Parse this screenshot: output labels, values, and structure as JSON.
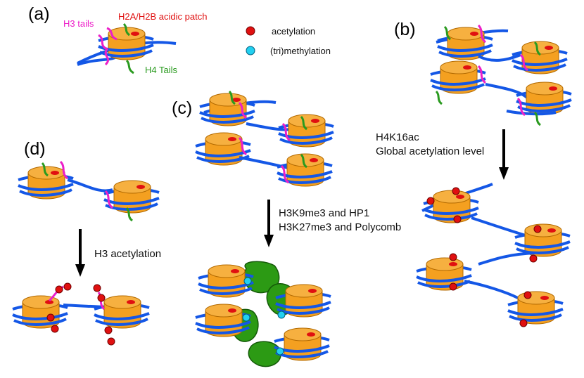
{
  "panels": {
    "a": "(a)",
    "b": "(b)",
    "c": "(c)",
    "d": "(d)"
  },
  "labels": {
    "h3_tails": "H3 tails",
    "acidic_patch": "H2A/H2B acidic patch",
    "h4_tails": "H4 Tails"
  },
  "legend": {
    "acetylation": "acetylation",
    "methylation": "(tri)methylation"
  },
  "arrows": {
    "b_line1": "H4K16ac",
    "b_line2": "Global acetylation level",
    "c_line1": "H3K9me3 and HP1",
    "c_line2": "H3K27me3 and Polycomb",
    "d_label": "H3 acetylation"
  },
  "colors": {
    "dna": "#1457e6",
    "histone": "#f4a020",
    "h3_tail": "#ec1fc8",
    "h4_tail": "#2a9a1f",
    "acetyl": "#e01010",
    "methyl": "#22d0f0",
    "protein": "#2c9a14"
  }
}
